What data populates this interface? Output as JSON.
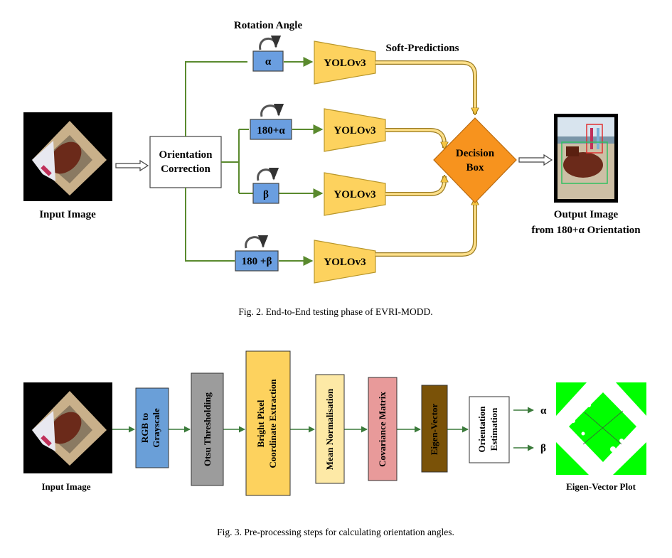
{
  "fig2": {
    "input_label": "Input Image",
    "orientation_box": [
      "Orientation",
      "Correction"
    ],
    "rotation_angle_label": "Rotation Angle",
    "soft_predictions_label": "Soft-Predictions",
    "rotations": [
      "α",
      "180+α",
      "β",
      "180 +β"
    ],
    "yolo_label": "YOLOv3",
    "decision_box": [
      "Decision",
      "Box"
    ],
    "output_label": [
      "Output Image",
      "from 180+α Orientation"
    ],
    "caption": "Fig. 2.  End-to-End testing phase of EVRI-MODD."
  },
  "fig3": {
    "input_label": "Input Image",
    "steps": [
      {
        "lines": [
          "RGB to",
          "Grayscale"
        ]
      },
      {
        "lines": [
          "Otsu Thresholding"
        ]
      },
      {
        "lines": [
          "Bright Pixel",
          "Coordinate Extraction"
        ]
      },
      {
        "lines": [
          "Mean Normalisation"
        ]
      },
      {
        "lines": [
          "Covariance Matrix"
        ]
      },
      {
        "lines": [
          "Eigen-Vector"
        ]
      },
      {
        "lines": [
          "Orientation",
          "Estimation"
        ]
      }
    ],
    "outputs": [
      "α",
      "β"
    ],
    "plot_label": "Eigen-Vector Plot",
    "caption": "Fig. 3.  Pre-processing steps for calculating orientation angles."
  },
  "colors": {
    "green_line": "#5a8a2e",
    "yolo_fill": "#fdd25e",
    "yolo_stroke": "#b8962a",
    "rot_box": "#6a9ee0",
    "decision": "#f7931e",
    "rgb": "#6a9fd8",
    "otsu": "#9c9c9c",
    "bright": "#fdd25e",
    "mean": "#fde9a6",
    "cov": "#e89a9a",
    "eigen": "#7a5208",
    "plot_green": "#00ff00"
  }
}
